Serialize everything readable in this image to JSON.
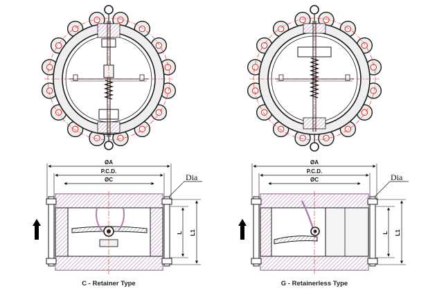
{
  "drawings": [
    {
      "caption": "C - Retainer Type",
      "dims": {
        "outer": "ØA",
        "pcd": "P.C.D.",
        "inner": "ØC",
        "bolt": "Dia",
        "length": "L",
        "length1": "L1"
      }
    },
    {
      "caption": "G - Retainerless Type",
      "dims": {
        "outer": "ØA",
        "pcd": "P.C.D.",
        "inner": "ØC",
        "bolt": "Dia",
        "length": "L",
        "length1": "L1"
      }
    }
  ],
  "colors": {
    "line": "#1a1a1a",
    "hatch": "#b07ab0",
    "centerline": "#e0201a",
    "body_fill": "#e8e8e8",
    "flow_arrow": "#000000"
  },
  "icons": {
    "flow_arrow": "flow-direction-arrow-icon",
    "lift_ring": "lifting-eye-icon"
  }
}
